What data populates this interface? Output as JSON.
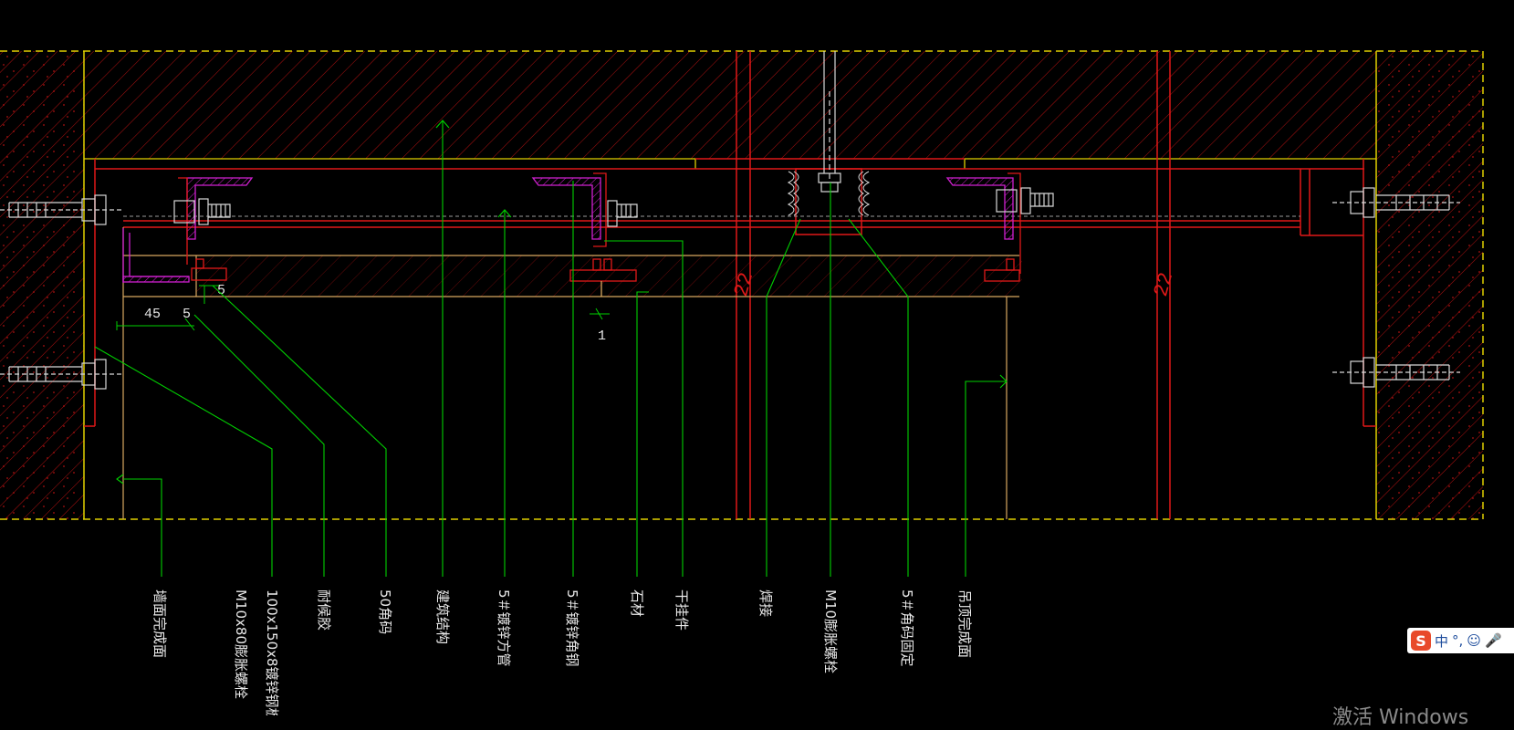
{
  "drawing": {
    "dimensions": {
      "gap_left": "45",
      "gap_right": "5",
      "side_small": "5",
      "center_small": "1",
      "joint_mid": "22",
      "joint_right": "22"
    },
    "labels": [
      {
        "id": "wall-finish",
        "text": "墙面完成面"
      },
      {
        "id": "anchor-bolt",
        "text": "M10x80膨胀螺栓"
      },
      {
        "id": "embed-plate",
        "text": "100x150x8镀锌钢板"
      },
      {
        "id": "sealant",
        "text": "耐候胶"
      },
      {
        "id": "pin",
        "text": "50角码"
      },
      {
        "id": "rebar",
        "text": "建筑结构"
      },
      {
        "id": "main-tube",
        "text": "5＃镀锌方管"
      },
      {
        "id": "angle-steel",
        "text": "5＃镀锌角钢"
      },
      {
        "id": "stone",
        "text": "石材"
      },
      {
        "id": "hanger",
        "text": "干挂件"
      },
      {
        "id": "weld",
        "text": "焊接"
      },
      {
        "id": "stud-bolt",
        "text": "M10膨胀螺栓"
      },
      {
        "id": "angle-fix",
        "text": "5＃角码固定"
      },
      {
        "id": "ceiling-finish",
        "text": "吊顶完成面"
      }
    ],
    "colors": {
      "boundary": "#e0d000",
      "structure": "#e01818",
      "leader": "#00d000",
      "bracket": "#d020d0",
      "bolt": "#d8d8d8",
      "finish_line": "#d8a860"
    }
  },
  "taskbar": {
    "ime_logo": "S",
    "ime_mode": "中",
    "ime_punct": "°,",
    "ime_emoji": "☺",
    "ime_mic": "🎤"
  },
  "watermark": {
    "text": "激活 Windows"
  }
}
